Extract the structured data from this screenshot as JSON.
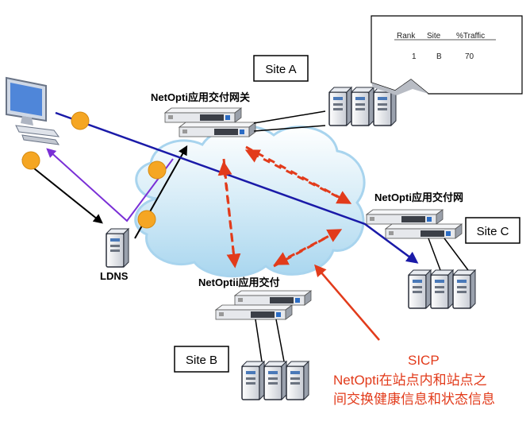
{
  "sites": {
    "a": "Site A",
    "b": "Site B",
    "c": "Site C"
  },
  "devices": {
    "gw_a": "NetOpti应用交付网关",
    "gw_c": "NetOpti应用交付网",
    "gw_b": "NetOptii应用交付"
  },
  "ldns": "LDNS",
  "table": {
    "headers": [
      "Rank",
      "Site",
      "%Traffic"
    ],
    "row": [
      "1",
      "B",
      "70"
    ]
  },
  "sicp": {
    "title": "SICP",
    "line1": "NetOpti在站点内和站点之",
    "line2": "间交换健康信息和状态信息"
  },
  "colors": {
    "blue_path": "#1a1aa8",
    "purple_path": "#7a2fd6",
    "sicp_red": "#e23b1b",
    "node_orange": "#f5a623",
    "cloud": "#d6ecf7"
  }
}
